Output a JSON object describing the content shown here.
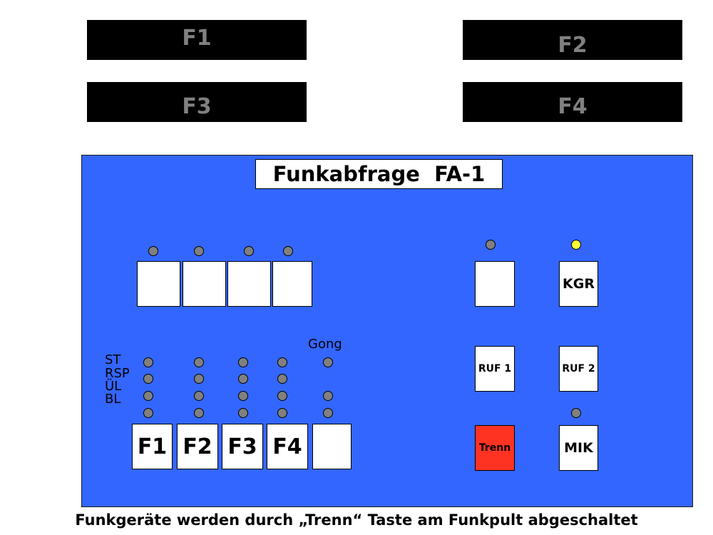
{
  "displays": {
    "f1": "F1",
    "f2": "F2",
    "f3": "F3",
    "f4": "F4"
  },
  "panel": {
    "title": "Funkabfrage  FA-1",
    "status_labels": [
      "ST",
      "RSP",
      "ÜL",
      "BL"
    ],
    "gong_label": "Gong",
    "channel_keys": [
      "F1",
      "F2",
      "F3",
      "F4"
    ],
    "right_keys": {
      "kgr": "KGR",
      "ruf1": "RUF 1",
      "ruf2": "RUF 2",
      "trenn": "Trenn",
      "mik": "MIK"
    },
    "indicators": {
      "kgr_led": "on",
      "blank_led": "off",
      "mik_led": "off"
    }
  },
  "footer": "Funkgeräte werden durch „Trenn“ Taste am Funkpult abgeschaltet",
  "colors": {
    "panel": "#3366ff",
    "display": "#000000",
    "display_text": "#808080",
    "led_off": "#808080",
    "led_on": "#ffff33",
    "trenn": "#ff3322"
  }
}
